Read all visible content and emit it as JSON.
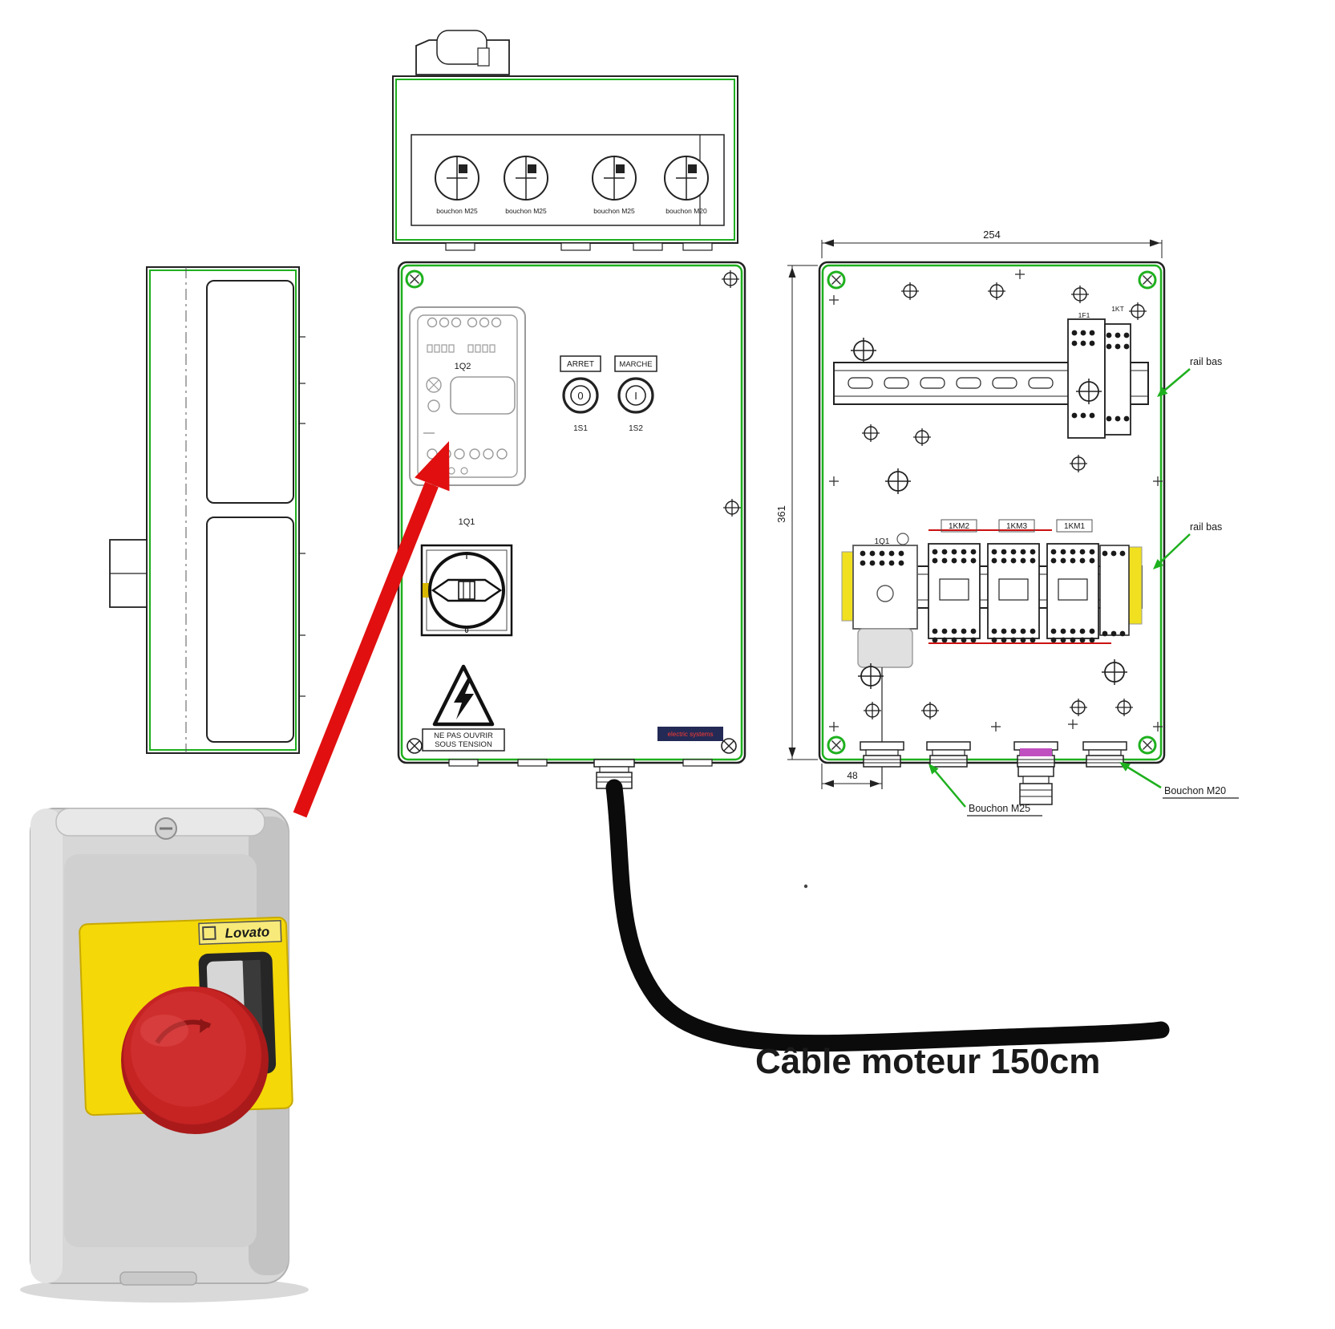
{
  "top_view": {
    "gland_labels": [
      "bouchon M25",
      "bouchon M25",
      "bouchon M25",
      "bouchon M20"
    ]
  },
  "front_view": {
    "breaker_ref": "1Q2",
    "stop_button": {
      "label": "ARRET",
      "symbol": "0",
      "ref": "1S1"
    },
    "start_button": {
      "label": "MARCHE",
      "symbol": "I",
      "ref": "1S2"
    },
    "rotary_switch": {
      "ref": "1Q1",
      "on_mark": "I",
      "off_mark": "0"
    },
    "warning": {
      "line1": "NE PAS OUVRIR",
      "line2": "SOUS TENSION"
    },
    "brand_plate": "electric systems"
  },
  "internal_view": {
    "dim_width": "254",
    "dim_height": "361",
    "dim_offset": "48",
    "rail_label_top": "rail bas",
    "rail_label_bottom": "rail bas",
    "relay_ref": "1F1",
    "timer_ref": "1KT",
    "contactor_refs": [
      "1KM2",
      "1KM3",
      "1KM1"
    ],
    "breaker_ref": "1Q1",
    "gland_m25_label": "Bouchon M25",
    "gland_m20_label": "Bouchon M20"
  },
  "photo": {
    "brand": "Lovato"
  },
  "cable": {
    "label": "Câble moteur 150cm"
  },
  "colors": {
    "outline_green": "#1eb01e",
    "arrow_red": "#e10f0f",
    "cable_black": "#0b0b0b",
    "plate_yellow": "#f4d808",
    "button_red": "#c62323",
    "brand_navy": "#232a56",
    "brand_red": "#ff3b30",
    "highlight_magenta": "#c050c0",
    "highlight_yellow": "#f0e020"
  }
}
